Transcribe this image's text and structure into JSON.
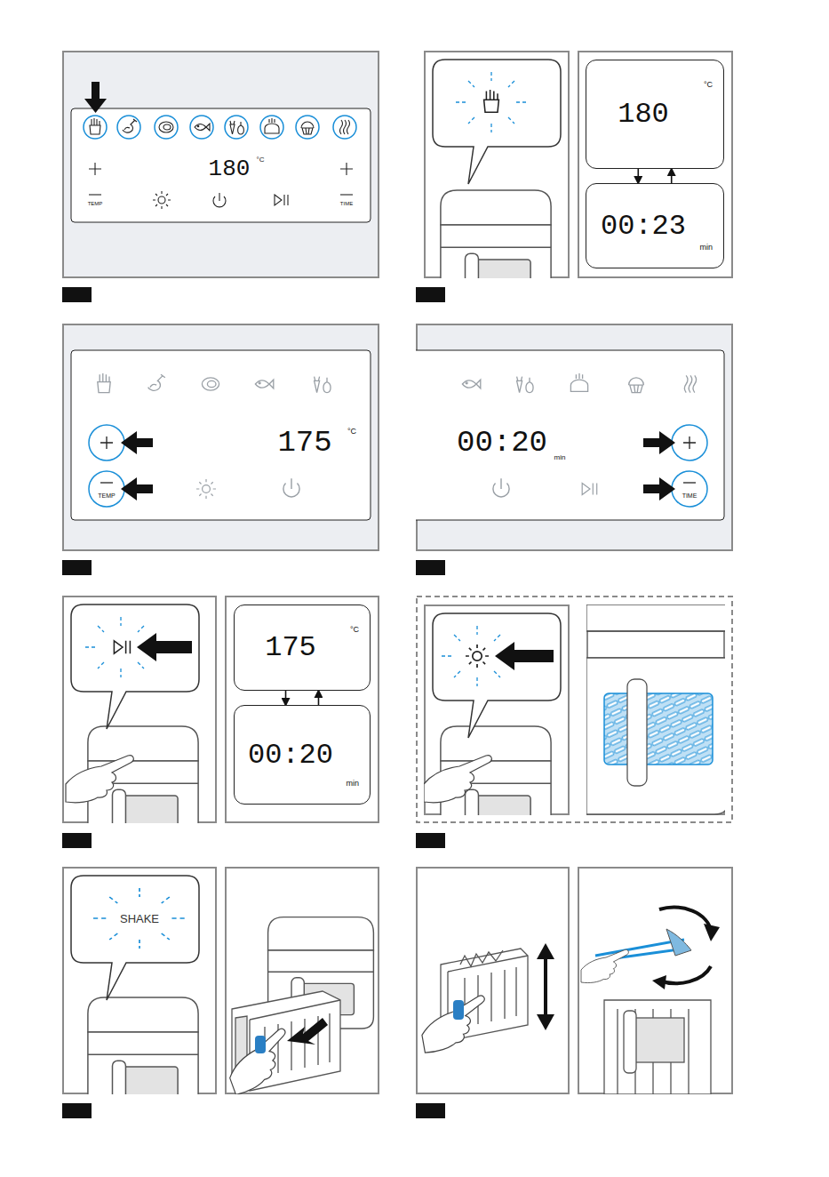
{
  "diagram": {
    "nodes": [
      {
        "text": [
          "180",
          "°C"
        ]
      },
      {
        "text": [
          "00:23",
          "min"
        ]
      },
      {
        "text": [
          "175",
          "°C"
        ]
      },
      {
        "text": [
          "00:20",
          "min"
        ]
      }
    ],
    "edges": [
      {
        "from": 0,
        "to": 1,
        "arrow": "to"
      },
      {
        "from": 1,
        "to": 0,
        "arrow": "to"
      },
      {
        "from": 2,
        "to": 3,
        "arrow": "to"
      },
      {
        "from": 3,
        "to": 2,
        "arrow": "to"
      }
    ],
    "labels": [
      "180",
      "°C",
      "TEMP",
      "TIME",
      "175",
      "°C",
      "TEMP",
      "00:20",
      "min",
      "TIME",
      "SHAKE"
    ]
  }
}
